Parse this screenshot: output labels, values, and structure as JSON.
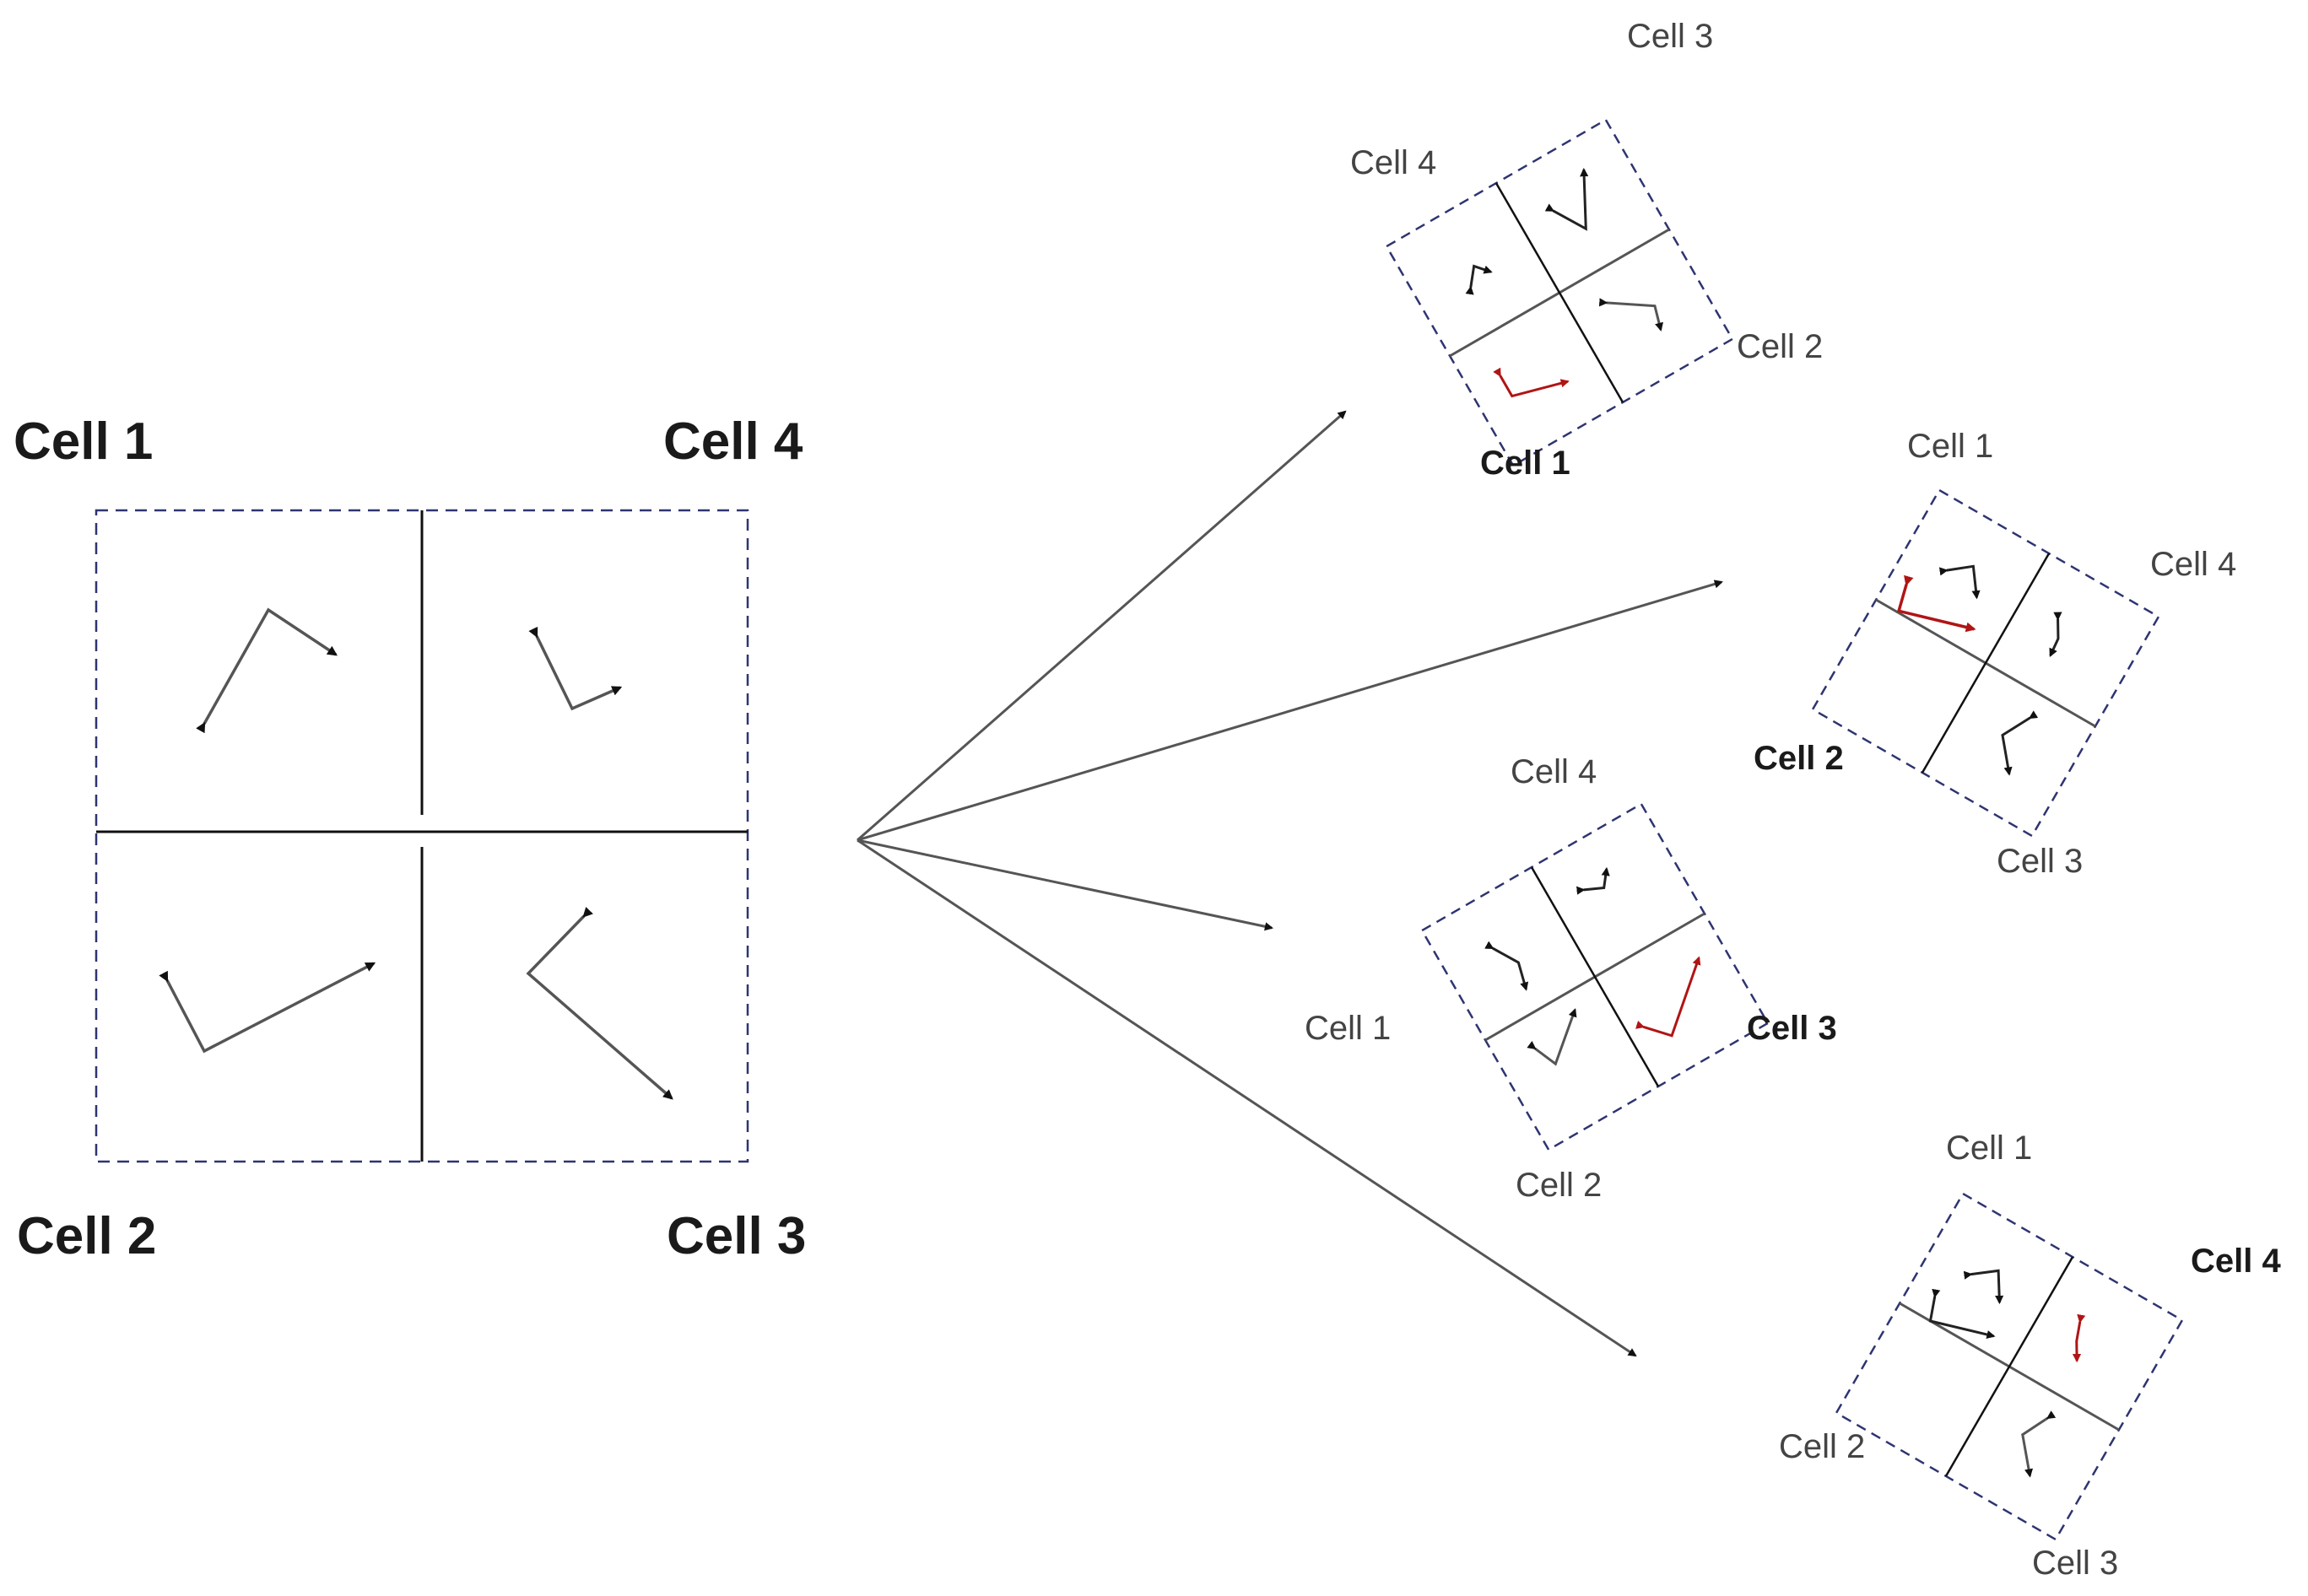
{
  "colors": {
    "frame": "#2e3470",
    "divider": "#111111",
    "subdivider": "#555555",
    "vector": "#555555",
    "vector_small": "#222222",
    "highlight": "#b01515",
    "connector": "#555555"
  },
  "main_grid": {
    "labels": {
      "cell1": "Cell 1",
      "cell4": "Cell 4",
      "cell2": "Cell 2",
      "cell3": "Cell 3"
    }
  },
  "variants": [
    {
      "labels": {
        "top": "Cell 3",
        "left": "Cell 4",
        "right": "Cell 2",
        "bottom": "Cell 1"
      },
      "highlighted": "Cell 1"
    },
    {
      "labels": {
        "top": "Cell 1",
        "right": "Cell 4",
        "left": "Cell 2",
        "bottom": "Cell 3"
      },
      "highlighted": "Cell 2"
    },
    {
      "labels": {
        "top": "Cell 4",
        "left": "Cell 1",
        "right": "Cell 3",
        "bottom": "Cell 2"
      },
      "highlighted": "Cell 3"
    },
    {
      "labels": {
        "top": "Cell 1",
        "right": "Cell 4",
        "left": "Cell 2",
        "bottom": "Cell 3"
      },
      "highlighted": "Cell 4"
    }
  ]
}
